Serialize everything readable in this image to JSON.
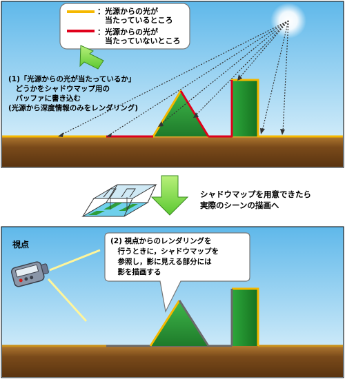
{
  "legend": {
    "lit": "：光源からの光が\n　当たっているところ",
    "unlit": "：光源からの光が\n　当たっていないところ",
    "lit_color": "#f5b800",
    "unlit_color": "#e0001b"
  },
  "step1_text": "(1)「光源からの光が当たっているか」\n　どうかをシャドウマップ用の\n　バッファに書き込む\n(光源から深度情報のみをレンダリング)",
  "transition_text": "シャドウマップを用意できたら\n実際のシーンの描画へ",
  "camera_label": "視点",
  "step2_text": "(2) 視点からのレンダリングを\n　行うときに，シャドウマップを\n　参照し，影に見える部分には\n　影を描画する",
  "colors": {
    "sky_top": "#7ec8f0",
    "ground": "#7a4a1a",
    "ground_top": "#c9921c",
    "mountain": "#2e9e3a",
    "building": "#1f8a2e",
    "arrow": "#7ee84a",
    "camera": "#8a96a8"
  }
}
